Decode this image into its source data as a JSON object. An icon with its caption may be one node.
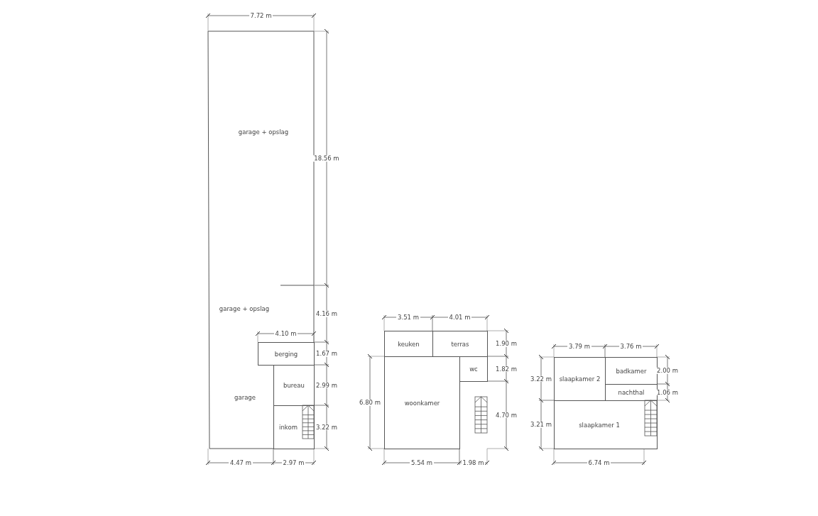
{
  "diagram": {
    "nodes": [
      {
        "text": [
          "garage + opslag"
        ]
      },
      {
        "text": [
          "garage + opslag"
        ]
      },
      {
        "text": [
          "garage"
        ]
      },
      {
        "text": [
          "berging"
        ]
      },
      {
        "text": [
          "bureau"
        ]
      },
      {
        "text": [
          "inkom"
        ]
      },
      {
        "text": [
          "keuken"
        ]
      },
      {
        "text": [
          "terras"
        ]
      },
      {
        "text": [
          "wc"
        ]
      },
      {
        "text": [
          "woonkamer"
        ]
      },
      {
        "text": [
          "slaapkamer 2"
        ]
      },
      {
        "text": [
          "badkamer"
        ]
      },
      {
        "text": [
          "nachthal"
        ]
      },
      {
        "text": [
          "slaapkamer 1"
        ]
      }
    ],
    "edges": [],
    "labels": [
      "7.72 m",
      "18.56 m",
      "4.16 m",
      "4.10 m",
      "1.67 m",
      "2.99 m",
      "3.22 m",
      "4.47 m",
      "2.97 m",
      "3.51 m",
      "4.01 m",
      "1.90 m",
      "1.82 m",
      "6.80 m",
      "4.70 m",
      "5.54 m",
      "1.98 m",
      "3.79 m",
      "3.76 m",
      "2.00 m",
      "3.22 m",
      "1.06 m",
      "3.21 m",
      "6.74 m"
    ]
  }
}
